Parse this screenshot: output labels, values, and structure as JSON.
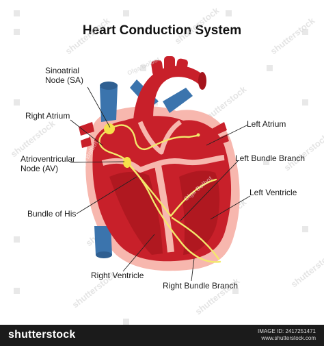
{
  "title": "Heart Conduction System",
  "labels": {
    "sa_node_line1": "Sinoatrial",
    "sa_node_line2": "Node (SA)",
    "right_atrium": "Right Atrium",
    "av_node_line1": "Atrioventricular",
    "av_node_line2": "Node (AV)",
    "bundle_of_his": "Bundle of His",
    "right_ventricle": "Right Ventricle",
    "right_bundle_branch": "Right Bundle Branch",
    "left_atrium": "Left Atrium",
    "left_bundle_branch": "Left Bundle Branch",
    "left_ventricle": "Left Ventricle"
  },
  "watermark": {
    "brand": "shutterstock",
    "author": "Olga Bolbot"
  },
  "footer": {
    "brand": "shutterstock",
    "image_id": "IMAGE ID: 2417251471",
    "site": "www.shutterstock.com"
  },
  "colors": {
    "muscle": "#c8202a",
    "muscle_dark": "#a5141c",
    "pericardium": "#f7b7ae",
    "vein": "#3b74ad",
    "conduction": "#f3e96c",
    "node": "#f6e04a"
  }
}
